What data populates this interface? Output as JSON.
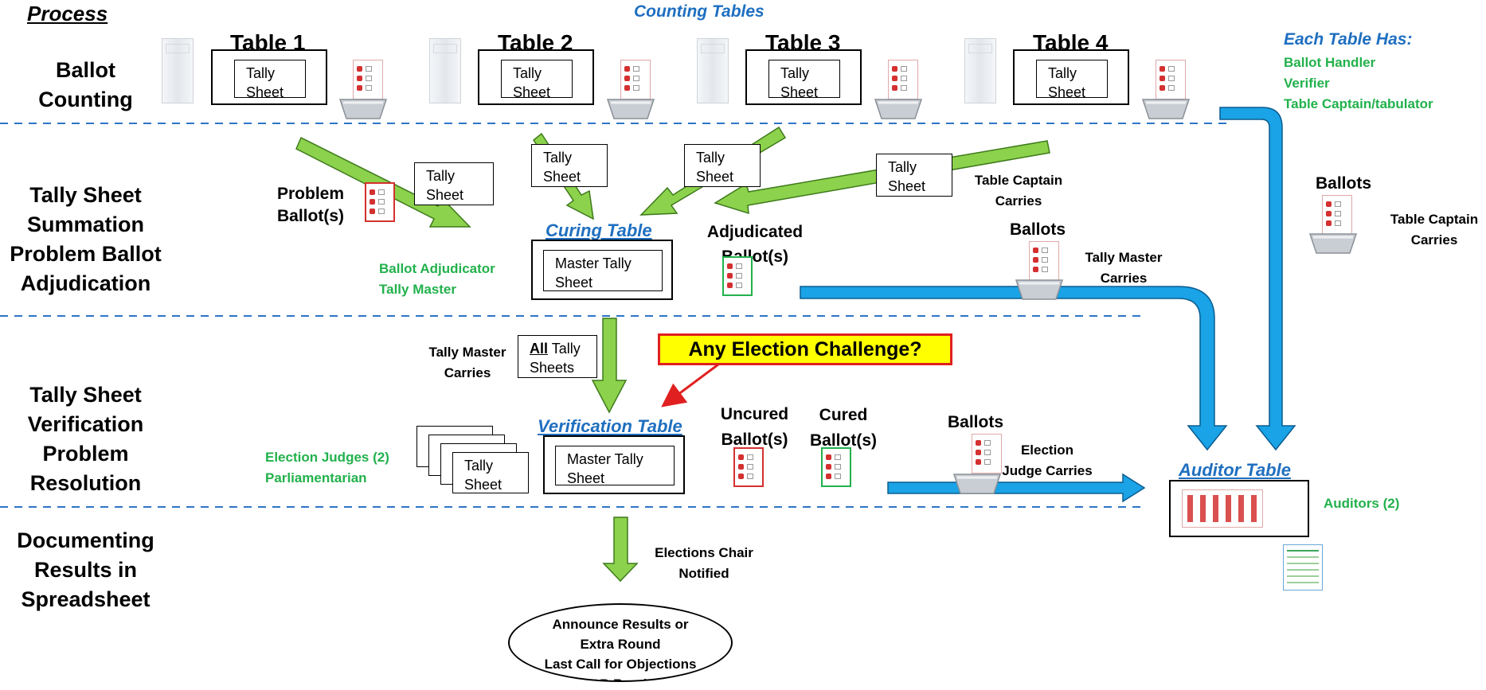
{
  "header": {
    "process_label": "Process",
    "counting_tables_label": "Counting Tables"
  },
  "stages": {
    "s1": [
      "Ballot",
      "Counting"
    ],
    "s2": [
      "Tally Sheet",
      "Summation",
      "Problem Ballot",
      "Adjudication"
    ],
    "s3": [
      "Tally Sheet",
      "Verification",
      "Problem",
      "Resolution"
    ],
    "s4": [
      "Documenting",
      "Results in",
      "Spreadsheet"
    ]
  },
  "tables": [
    "Table 1",
    "Table 2",
    "Table 3",
    "Table 4"
  ],
  "tally_sheet_lines": [
    "Tally",
    "Sheet"
  ],
  "master_tally_lines": [
    "Master Tally",
    "Sheet"
  ],
  "all_tally": {
    "all": "All",
    "rest": " Tally",
    "sheets": "Sheets"
  },
  "each_table": {
    "title": "Each Table Has:",
    "roles": [
      "Ballot Handler",
      "Verifier",
      "Table Captain/tabulator"
    ]
  },
  "curing": {
    "title": "Curing Table",
    "roles": [
      "Ballot Adjudicator",
      "Tally Master"
    ],
    "problem_ballots": [
      "Problem",
      "Ballot(s)"
    ],
    "adjudicated": [
      "Adjudicated",
      "Ballot(s)"
    ]
  },
  "carriers": {
    "table_captain": [
      "Table Captain",
      "Carries"
    ],
    "tally_master": [
      "Tally Master",
      "Carries"
    ],
    "election_judge": [
      "Election",
      "Judge Carries"
    ],
    "elections_chair": [
      "Elections Chair",
      "Notified"
    ]
  },
  "ballots_label": "Ballots",
  "verification": {
    "title": "Verification Table",
    "roles": [
      "Election Judges (2)",
      "Parliamentarian"
    ],
    "uncured": [
      "Uncured",
      "Ballot(s)"
    ],
    "cured": [
      "Cured",
      "Ballot(s)"
    ]
  },
  "challenge": "Any Election Challenge?",
  "auditor": {
    "title": "Auditor Table",
    "roles": "Auditors (2)"
  },
  "announce": [
    "Announce Results or",
    "Extra Round",
    "Last Call for Objections",
    "BR Break"
  ],
  "colors": {
    "accent_blue": "#1f6fc0",
    "role_green": "#22b14c",
    "arrow_green": "#8cd24c",
    "flow_blue": "#1aa3e6",
    "challenge_fill": "#ffff00",
    "challenge_border": "#e02020"
  }
}
